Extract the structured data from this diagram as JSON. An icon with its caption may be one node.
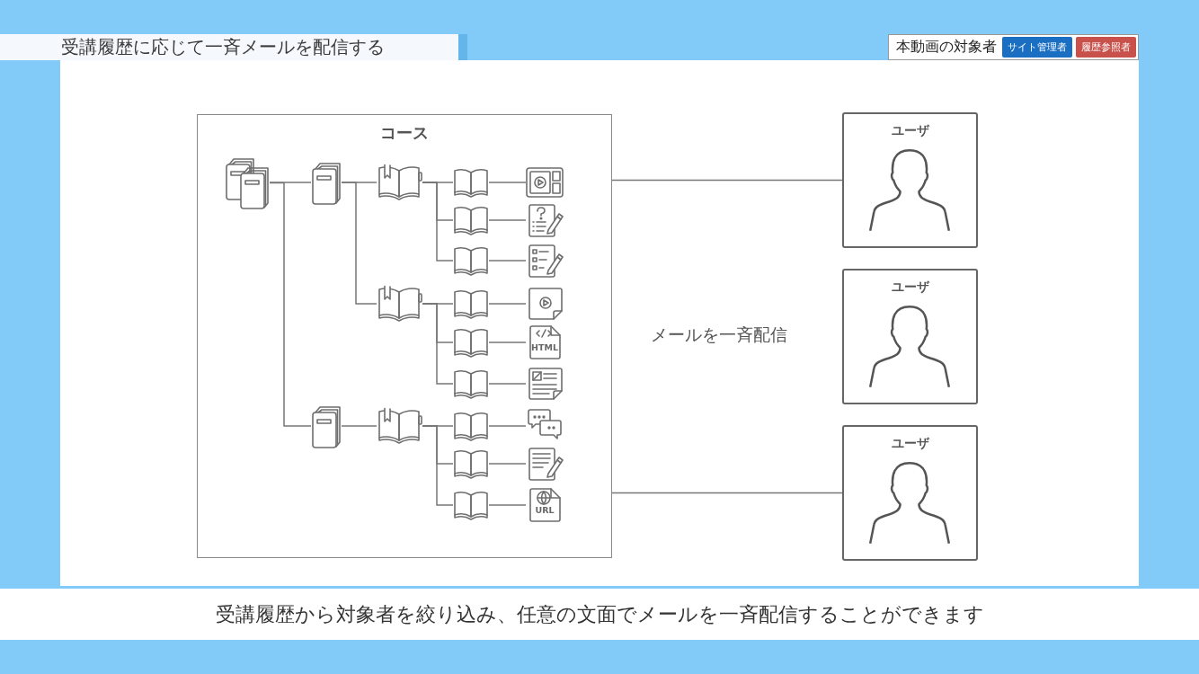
{
  "diagram": {
    "title": "受講履歴に応じて一斉メールを配信する",
    "caption": "受講履歴から対象者を絞り込み、任意の文面でメールを一斉配信することができます",
    "nodes": [
      {
        "text": [
          "コース"
        ]
      },
      {
        "text": [],
        "shape": "picture",
        "in": 0
      },
      {
        "text": [],
        "shape": "picture",
        "in": 0
      },
      {
        "text": [],
        "shape": "picture",
        "in": 0
      },
      {
        "text": [],
        "shape": "picture",
        "in": 0
      },
      {
        "text": [],
        "shape": "picture",
        "in": 0
      },
      {
        "text": [],
        "shape": "picture",
        "in": 0
      },
      {
        "text": [],
        "shape": "picture",
        "in": 0
      },
      {
        "text": [],
        "shape": "picture",
        "in": 0
      },
      {
        "text": [],
        "shape": "picture",
        "in": 0
      },
      {
        "text": [],
        "shape": "picture",
        "in": 0
      },
      {
        "text": [],
        "shape": "picture",
        "in": 0
      },
      {
        "text": [],
        "shape": "picture",
        "in": 0
      },
      {
        "text": [],
        "shape": "picture",
        "in": 0
      },
      {
        "text": [
          "HTML"
        ],
        "in": 0
      },
      {
        "text": [],
        "shape": "picture",
        "in": 0
      },
      {
        "text": [],
        "shape": "picture",
        "in": 0
      },
      {
        "text": [],
        "shape": "picture",
        "in": 0
      },
      {
        "text": [],
        "shape": "picture",
        "in": 0
      },
      {
        "text": [],
        "shape": "picture",
        "in": 0
      },
      {
        "text": [],
        "shape": "picture",
        "in": 0
      },
      {
        "text": [],
        "shape": "picture",
        "in": 0
      },
      {
        "text": [],
        "shape": "picture",
        "in": 0
      },
      {
        "text": [],
        "shape": "picture",
        "in": 0
      },
      {
        "text": [
          "URL"
        ],
        "in": 0
      },
      {
        "text": [
          "ユーザ"
        ]
      },
      {
        "text": [
          "ユーザ"
        ]
      },
      {
        "text": [
          "ユーザ"
        ]
      }
    ],
    "edges": [
      {
        "from": 1,
        "to": 2,
        "arrow": "none"
      },
      {
        "from": 1,
        "to": 17,
        "arrow": "none"
      },
      {
        "from": 2,
        "to": 3,
        "arrow": "none"
      },
      {
        "from": 2,
        "to": 10,
        "arrow": "none"
      },
      {
        "from": 3,
        "to": 4,
        "arrow": "none"
      },
      {
        "from": 3,
        "to": 6,
        "arrow": "none"
      },
      {
        "from": 3,
        "to": 8,
        "arrow": "none"
      },
      {
        "from": 4,
        "to": 5,
        "arrow": "none"
      },
      {
        "from": 6,
        "to": 7,
        "arrow": "none"
      },
      {
        "from": 8,
        "to": 9,
        "arrow": "none"
      },
      {
        "from": 10,
        "to": 11,
        "arrow": "none"
      },
      {
        "from": 10,
        "to": 13,
        "arrow": "none"
      },
      {
        "from": 10,
        "to": 15,
        "arrow": "none"
      },
      {
        "from": 11,
        "to": 12,
        "arrow": "none"
      },
      {
        "from": 13,
        "to": 14,
        "arrow": "none"
      },
      {
        "from": 15,
        "to": 16,
        "arrow": "none"
      },
      {
        "from": 17,
        "to": 18,
        "arrow": "none"
      },
      {
        "from": 18,
        "to": 19,
        "arrow": "none"
      },
      {
        "from": 18,
        "to": 21,
        "arrow": "none"
      },
      {
        "from": 18,
        "to": 23,
        "arrow": "none"
      },
      {
        "from": 19,
        "to": 20,
        "arrow": "none"
      },
      {
        "from": 21,
        "to": 22,
        "arrow": "none"
      },
      {
        "from": 23,
        "to": 24,
        "arrow": "none"
      },
      {
        "from": 0,
        "to": 25,
        "arrow": "none"
      },
      {
        "from": 0,
        "to": 27,
        "arrow": "none"
      }
    ],
    "labels": [
      "本動画の対象者",
      "サイト管理者",
      "履歴参照者",
      "メールを一斉配信"
    ]
  }
}
